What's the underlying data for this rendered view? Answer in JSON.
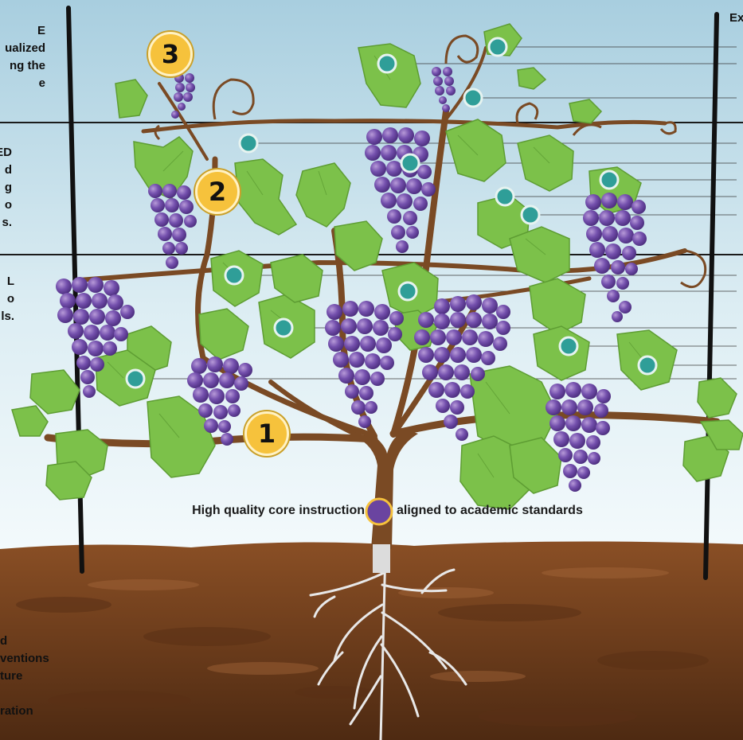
{
  "left_labels": {
    "group_top": [
      "E",
      "ualized",
      "ng the",
      "e"
    ],
    "group_mid": [
      "ED",
      "d",
      "g",
      "o",
      "s."
    ],
    "group_low": [
      "L",
      "o",
      "ls."
    ],
    "group_soil": [
      "d",
      "ventions",
      "ture",
      "",
      "ration"
    ]
  },
  "right_label": "Ex",
  "core_instruction": {
    "left": "High quality core instruction",
    "right": "aligned to academic standards"
  },
  "badges": {
    "one": "1",
    "two": "2",
    "three": "3"
  },
  "colors": {
    "sky_top": "#a9cfe0",
    "sky_bottom": "#eef7fa",
    "soil": "#6b3a1c",
    "vine": "#7a4a24",
    "leaf": "#7cc14a",
    "grape": "#6a44a0",
    "marker_teal": "#2f9e98",
    "badge_gold": "#f6c23c"
  }
}
